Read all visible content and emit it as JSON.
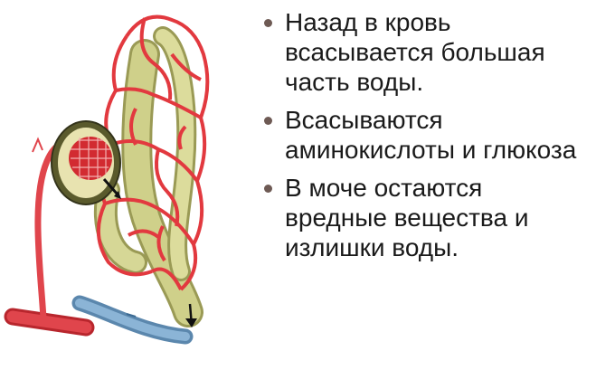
{
  "bullets": [
    {
      "lines": [
        "Назад в кровь",
        "всасывается большая",
        "часть воды."
      ]
    },
    {
      "lines": [
        "Всасываются",
        "аминокислоты и глюкоза"
      ]
    },
    {
      "lines": [
        "В моче остаются",
        "вредные вещества и",
        "излишки воды."
      ]
    }
  ],
  "colors": {
    "artery": "#e0454c",
    "vein": "#6f9ec4",
    "tubule": "#cfd08a",
    "capillary": "#e2393f",
    "bullet_dot": "#6e5a54"
  }
}
